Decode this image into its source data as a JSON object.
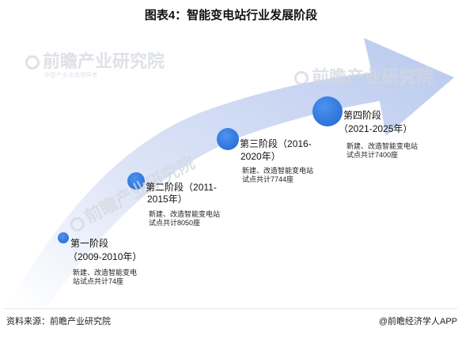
{
  "title": "图表4：智能变电站行业发展阶段",
  "watermark": {
    "brand": "前瞻产业研究院",
    "sub": "中国产业咨询领导者"
  },
  "stages": [
    {
      "name": "第一阶段",
      "period": "（2009-2010年）",
      "desc": "新建、改造智能变电站试点共计74座"
    },
    {
      "name": "第二阶段",
      "period_a": "（2011-",
      "period_b": "2015年）",
      "desc": "新建、改造智能变电站试点共计8050座"
    },
    {
      "name": "第三阶段",
      "period_a": "（2016-",
      "period_b": "2020年）",
      "desc": "新建、改造智能变电站试点共计7744座"
    },
    {
      "name": "第四阶段",
      "period": "（2021-2025年）",
      "desc": "新建、改造智能变电站试点共计7400座"
    }
  ],
  "footer": {
    "source": "资料来源：前瞻产业研究院",
    "credit": "@前瞻经济学人APP"
  },
  "colors": {
    "arrow_light": "#e8edf8",
    "arrow_mid": "#c3d0ee",
    "dot": "#3f86e8",
    "dot_dark": "#2a6fd6"
  }
}
